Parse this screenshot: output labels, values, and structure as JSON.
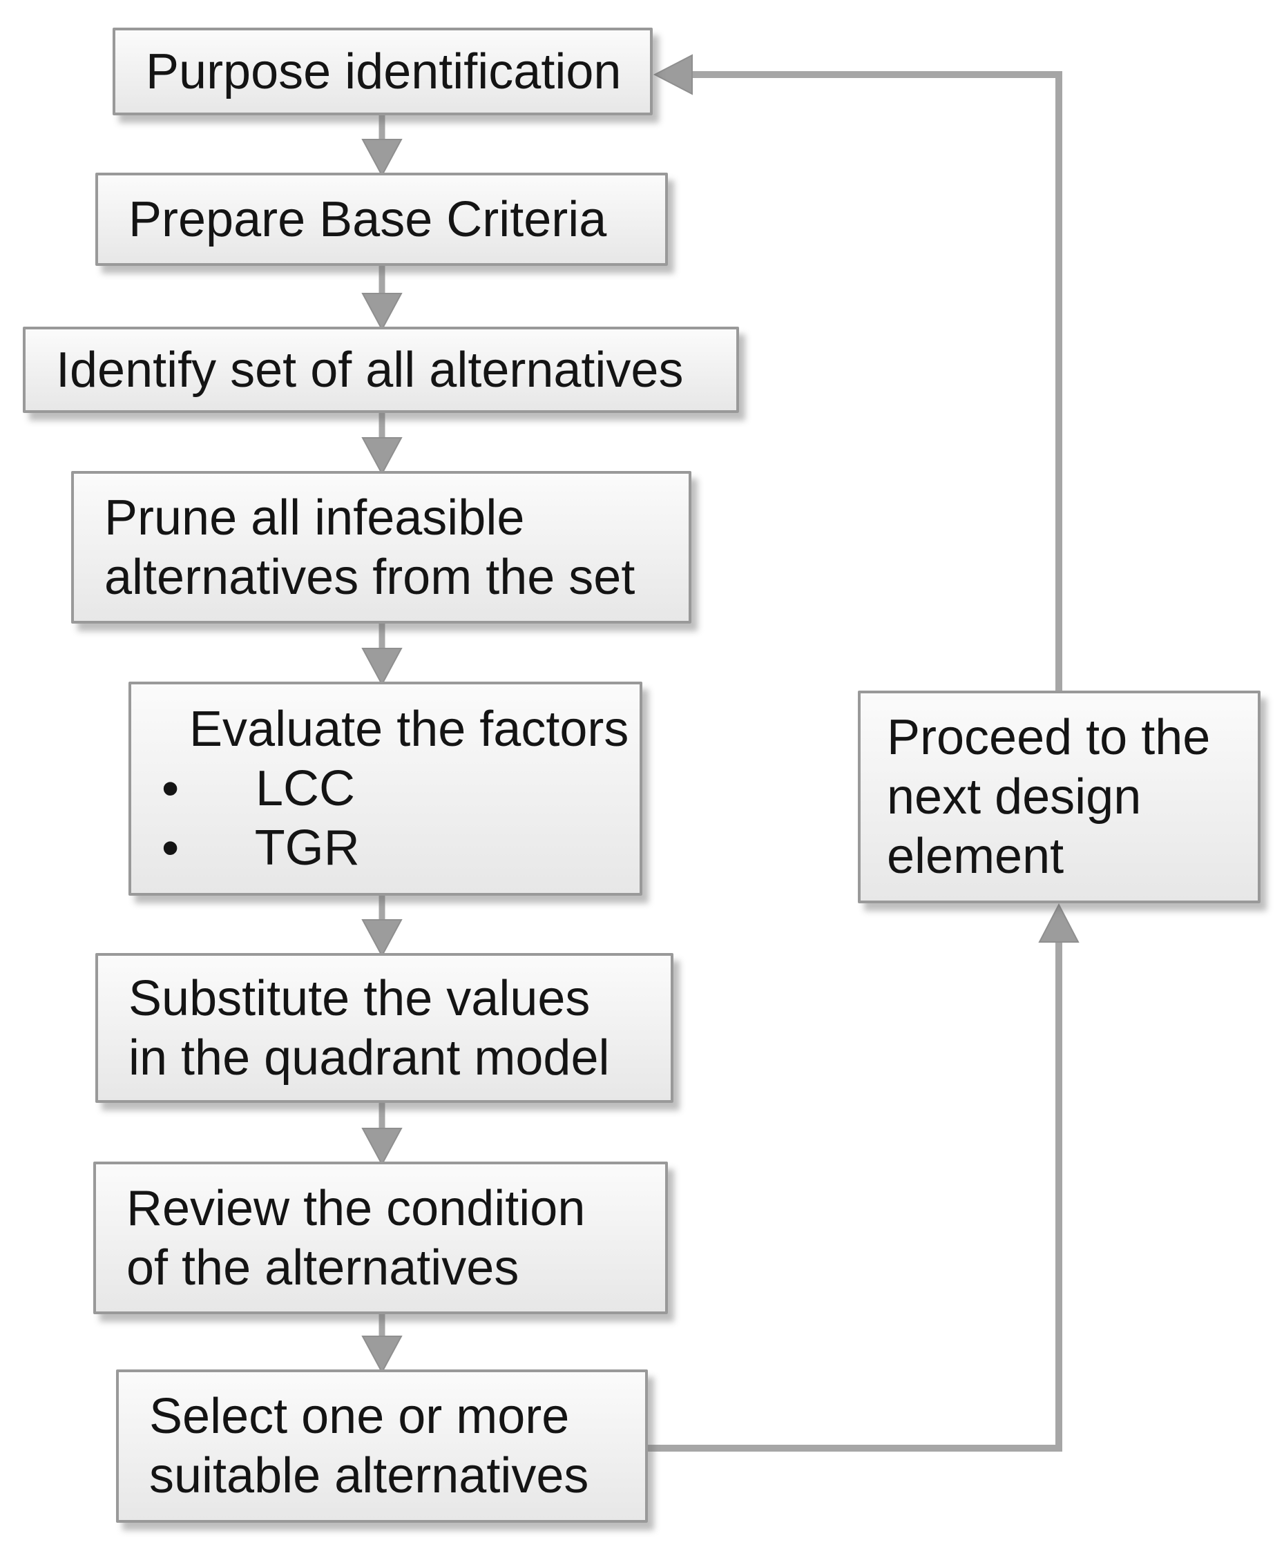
{
  "flowchart": {
    "steps": [
      {
        "id": "purpose",
        "label": "Purpose identification"
      },
      {
        "id": "criteria",
        "label": "Prepare Base Criteria"
      },
      {
        "id": "identify",
        "label": "Identify set of all alternatives"
      },
      {
        "id": "prune",
        "label": "Prune all infeasible alternatives from the set",
        "lines": [
          "Prune all infeasible",
          "alternatives from the set"
        ]
      },
      {
        "id": "evaluate",
        "label": "Evaluate the factors: LCC, TGR",
        "title": "Evaluate the factors",
        "bullet_char": "•",
        "bullets": [
          "LCC",
          "TGR"
        ]
      },
      {
        "id": "substitute",
        "label": "Substitute the values in the quadrant model",
        "lines": [
          "Substitute the values",
          "in the quadrant model"
        ]
      },
      {
        "id": "review",
        "label": "Review the condition of the alternatives",
        "lines": [
          "Review the condition",
          "of the alternatives"
        ]
      },
      {
        "id": "select",
        "label": "Select one or more suitable alternatives",
        "lines": [
          "Select one or more",
          "suitable alternatives"
        ]
      }
    ],
    "loop_box": {
      "id": "proceed",
      "label": "Proceed to the next design element",
      "lines": [
        "Proceed to the",
        "next design",
        "element"
      ]
    }
  },
  "colors": {
    "background": "#ffffff",
    "box_fill_top": "#fbfbfb",
    "box_fill_bottom": "#e7e7e7",
    "box_border": "#999999",
    "connector": "#a6a6a6",
    "connector_edge": "#8f8f8f",
    "arrowhead": "#9c9c9c",
    "text": "#141414"
  }
}
